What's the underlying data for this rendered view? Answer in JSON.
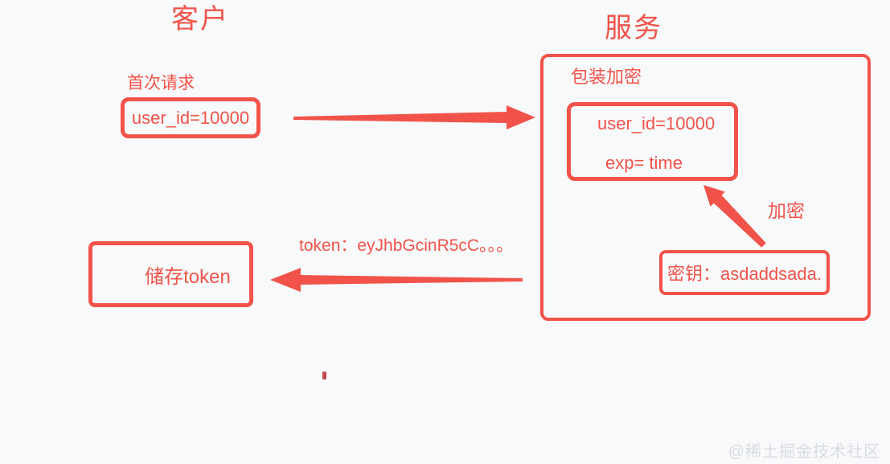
{
  "colors": {
    "accent": "#f1534a",
    "background": "#f8f9fa",
    "watermark_text": "#d9dce0",
    "stray_mark": "#c2494f"
  },
  "client": {
    "title": "客户",
    "first_request_label": "首次请求",
    "request_box_label": "user_id=10000",
    "store_token_box_label": "储存token"
  },
  "server": {
    "title": "服务",
    "outer_box_label": "包装加密",
    "payload_box": {
      "line1": "user_id=10000",
      "line2": "exp= time"
    },
    "encrypt_arrow_label": "加密",
    "secret_key_box_label": "密钥：asdaddsada."
  },
  "messages": {
    "token_response_label": "token：eyJhbGcinR5cC。。。"
  },
  "watermark": "@稀土掘金技术社区",
  "arrows": [
    {
      "name": "first-request-arrow",
      "direction": "right"
    },
    {
      "name": "token-response-arrow",
      "direction": "left"
    },
    {
      "name": "encrypt-arrow",
      "direction": "up-left"
    }
  ]
}
